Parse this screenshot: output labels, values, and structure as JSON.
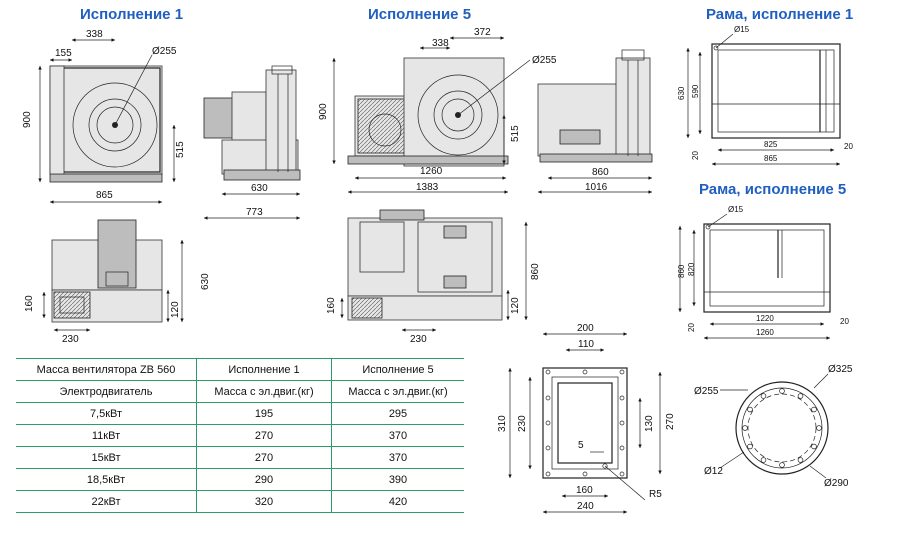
{
  "titles": {
    "exec1": "Исполнение 1",
    "exec5": "Исполнение 5",
    "frame1": "Рама, исполнение 1",
    "frame5": "Рама, исполнение 5"
  },
  "dims": {
    "e1": {
      "d155": "155",
      "d338": "338",
      "dia": "Ø255",
      "h900": "900",
      "h515": "515",
      "w865": "865",
      "w630": "630",
      "w773": "773",
      "h630b": "630",
      "h120": "120",
      "h160": "160",
      "w230": "230"
    },
    "e5": {
      "d338": "338",
      "d372": "372",
      "dia": "Ø255",
      "h900": "900",
      "h515": "515",
      "w1260": "1260",
      "w1383": "1383",
      "w860": "860",
      "w1016": "1016",
      "h860": "860",
      "h120": "120",
      "h160": "160",
      "w230": "230"
    },
    "f1": {
      "dia": "Ø15",
      "h630": "630",
      "h590": "590",
      "h20": "20",
      "w825": "825",
      "w865": "865",
      "r20": "20"
    },
    "f5": {
      "dia": "Ø15",
      "h860": "860",
      "h820": "820",
      "h20": "20",
      "w1220": "1220",
      "w1260": "1260",
      "r20": "20"
    },
    "flange": {
      "w200": "200",
      "w110": "110",
      "h310": "310",
      "h230": "230",
      "h130": "130",
      "h270": "270",
      "d5": "5",
      "w160": "160",
      "w240": "240",
      "r5": "R5"
    },
    "round": {
      "d255": "Ø255",
      "d325": "Ø325",
      "d12": "Ø12",
      "d290": "Ø290"
    }
  },
  "table": {
    "header1": [
      "Масса вентилятора ZB 560",
      "Исполнение 1",
      "Исполнение 5"
    ],
    "header2": [
      "Электродвигатель",
      "Масса с эл.двиг.(кг)",
      "Масса с эл.двиг.(кг)"
    ],
    "rows": [
      [
        "7,5кВт",
        "195",
        "295"
      ],
      [
        "11кВт",
        "270",
        "370"
      ],
      [
        "15кВт",
        "270",
        "370"
      ],
      [
        "18,5кВт",
        "290",
        "390"
      ],
      [
        "22кВт",
        "320",
        "420"
      ]
    ]
  },
  "colors": {
    "title": "#1f5fbf",
    "table_border": "#2d9b6a"
  }
}
